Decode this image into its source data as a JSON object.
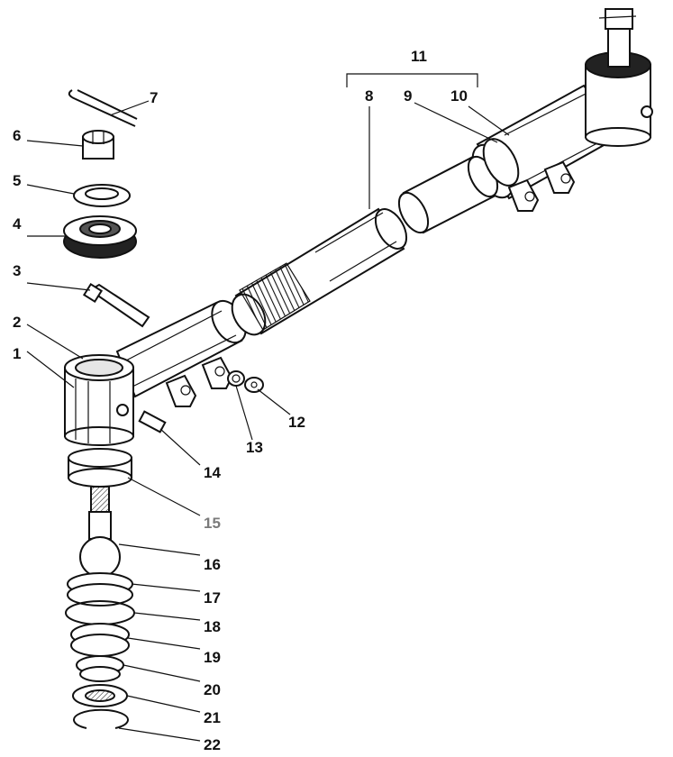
{
  "labels": {
    "l1": "1",
    "l2": "2",
    "l3": "3",
    "l4": "4",
    "l5": "5",
    "l6": "6",
    "l7": "7",
    "l8": "8",
    "l9": "9",
    "l10": "10",
    "l11": "11",
    "l12": "12",
    "l13": "13",
    "l14": "14",
    "l15": "15",
    "l16": "16",
    "l17": "17",
    "l18": "18",
    "l19": "19",
    "l20": "20",
    "l21": "21",
    "l22": "22"
  },
  "colors": {
    "ink": "#111111",
    "highlight_label": "#7a7a7a",
    "part_fill": "#ffffff",
    "shade": "#d9d9d9"
  }
}
